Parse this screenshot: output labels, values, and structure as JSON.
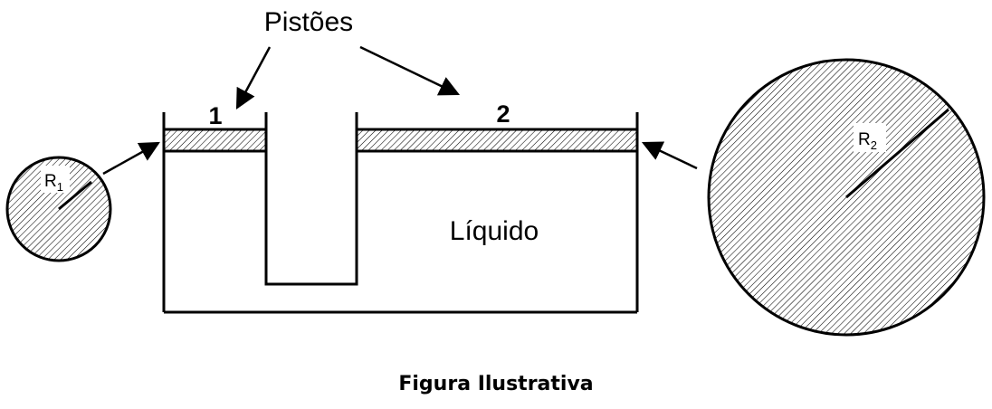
{
  "diagram": {
    "title": "Pistões",
    "piston1_label": "1",
    "piston2_label": "2",
    "liquid_label": "Líquido",
    "radius1": {
      "letter": "R",
      "sub": "1"
    },
    "radius2": {
      "letter": "R",
      "sub": "2"
    },
    "caption": "Figura Ilustrativa",
    "colors": {
      "stroke": "#000000",
      "background": "#ffffff",
      "hatch": "#000000"
    }
  }
}
